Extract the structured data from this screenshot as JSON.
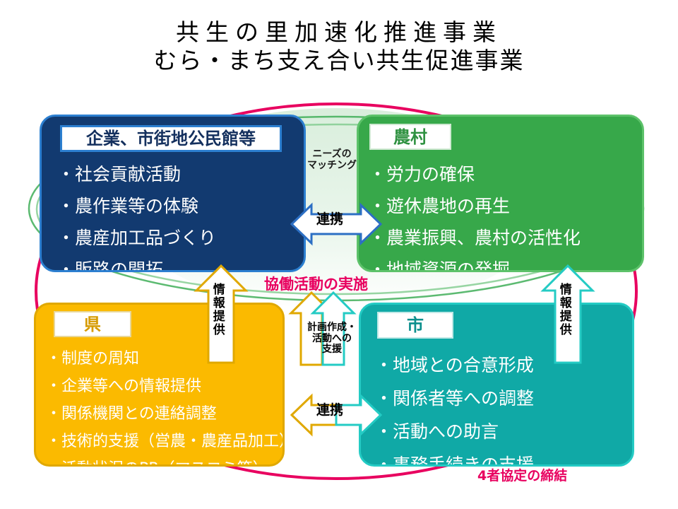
{
  "title": {
    "line1": "共生の里加速化推進事業",
    "line2": "むら・まち支え合い共生促進事業"
  },
  "boxes": {
    "company": {
      "header": "企業、市街地公民館等",
      "items": [
        "社会貢献活動",
        "農作業等の体験",
        "農産加工品づくり",
        "販路の開拓"
      ],
      "fill": "#123a70",
      "border": "#2c7fd0"
    },
    "village": {
      "header": "農村",
      "items": [
        "労力の確保",
        "遊休農地の再生",
        "農業振興、農村の活性化",
        "地域資源の発掘"
      ],
      "fill": "#37a84a",
      "border": "#5dc26a"
    },
    "prefecture": {
      "header": "県",
      "items": [
        "制度の周知",
        "企業等への情報提供",
        "関係機関との連絡調整",
        "技術的支援（営農・農産品加工）",
        "活動状況のPR（マスコミ等）"
      ],
      "fill": "#fbba00",
      "border": "#e0a800"
    },
    "city": {
      "header": "市",
      "items": [
        "地域との合意形成",
        "関係者等への調整",
        "活動への助言",
        "事務手続きの支援"
      ],
      "fill": "#10a9a6",
      "border": "#24cbc4"
    }
  },
  "connectors": {
    "needs_matching": "ニーズの\nマッチング",
    "renkei_top": "連携",
    "plan_support": "計画作成・\n活動への\n支援",
    "renkei_bottom": "連携",
    "info_left": "情報提供",
    "info_right": "情報提供"
  },
  "captions": {
    "collaboration": "協働活動の実施",
    "agreement": "4者協定の締結",
    "accent_color": "#e8005f"
  }
}
